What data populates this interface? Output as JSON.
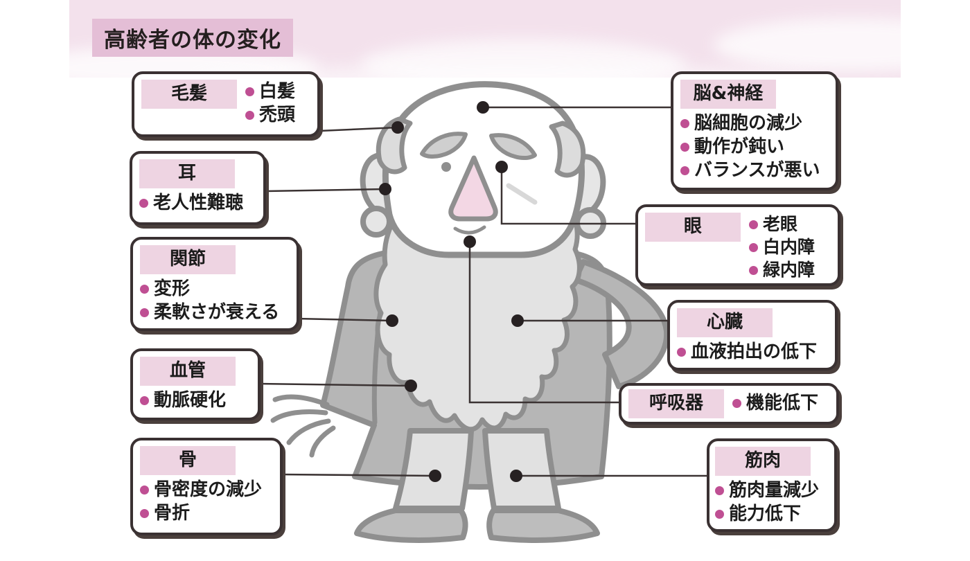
{
  "title": "高齢者の体の変化",
  "colors": {
    "title_bg": "#e4bed6",
    "label_bg": "#eed4e2",
    "bullet": "#bf4f93",
    "box_border": "#3a3132",
    "connector_line": "#3b3333",
    "sky_band": "#f3e1ec"
  },
  "boxes": {
    "hair": {
      "label": "毛髪",
      "items": [
        "白髪",
        "禿頭"
      ]
    },
    "ear": {
      "label": "耳",
      "items": [
        "老人性難聴"
      ]
    },
    "joint": {
      "label": "関節",
      "items": [
        "変形",
        "柔軟さが衰える"
      ]
    },
    "vessel": {
      "label": "血管",
      "items": [
        "動脈硬化"
      ]
    },
    "bone": {
      "label": "骨",
      "items": [
        "骨密度の減少",
        "骨折"
      ]
    },
    "brain": {
      "label": "脳&神経",
      "items": [
        "脳細胞の減少",
        "動作が鈍い",
        "バランスが悪い"
      ]
    },
    "eye": {
      "label": "眼",
      "items": [
        "老眼",
        "白内障",
        "緑内障"
      ]
    },
    "heart": {
      "label": "心臓",
      "items": [
        "血液拍出の低下"
      ]
    },
    "respiratory": {
      "label": "呼吸器",
      "items": [
        "機能低下"
      ]
    },
    "muscle": {
      "label": "筋肉",
      "items": [
        "筋肉量減少",
        "能力低下"
      ]
    }
  }
}
